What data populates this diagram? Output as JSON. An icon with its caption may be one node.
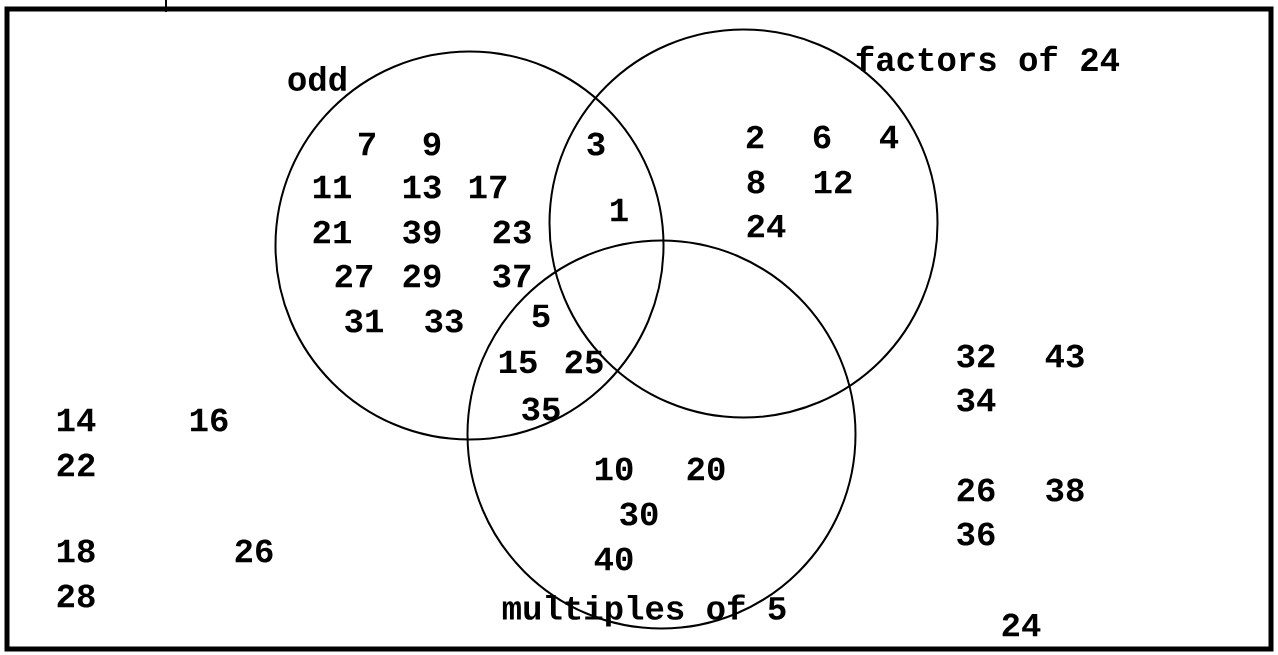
{
  "diagram": {
    "nodes": [
      {
        "text": [],
        "shape": "box"
      },
      {
        "text": [
          "odd"
        ],
        "in": 0
      },
      {
        "text": [
          "factors of 24"
        ],
        "in": 0
      },
      {
        "text": [
          "multiples of 5"
        ],
        "in": 0
      }
    ],
    "labels": [
      "7",
      "9",
      "3",
      "2",
      "6",
      "4",
      "11",
      "13",
      "17",
      "8",
      "12",
      "1",
      "21",
      "39",
      "23",
      "24",
      "27",
      "29",
      "37",
      "31",
      "33",
      "5",
      "15",
      "25",
      "32",
      "43",
      "34",
      "14",
      "16",
      "35",
      "22",
      "10",
      "20",
      "26",
      "38",
      "30",
      "36",
      "18",
      "26",
      "40",
      "28",
      "24"
    ]
  }
}
